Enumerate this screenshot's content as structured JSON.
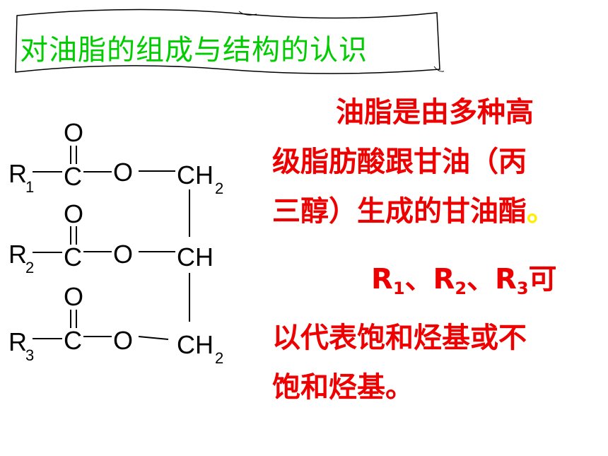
{
  "title": "对油脂的组成与结构的认识",
  "structure": {
    "O_carbonyl": "O",
    "C": "C",
    "O_ester": "O",
    "R": "R",
    "R1_sub": "1",
    "R2_sub": "2",
    "R3_sub": "3",
    "CH2_top_main": "CH",
    "CH2_top_sub": "2",
    "CH_mid": "CH",
    "CH2_bot_main": "CH",
    "CH2_bot_sub": "2"
  },
  "text": {
    "para1_line1": "油脂是由多种高",
    "para1_line2": "级脂肪酸跟甘油（丙",
    "para1_line3": "三醇）生成的甘油酯",
    "para1_end": "。",
    "para2_r": "R",
    "para2_sub1": "1",
    "para2_sep1": "、R",
    "para2_sub2": "2",
    "para2_sep2": "、R",
    "para2_sub3": "3",
    "para2_tail": "可",
    "para2_line2": "以代表饱和烃基或不",
    "para2_line3": "饱和烃基。"
  },
  "colors": {
    "title": "#00cc00",
    "body_text": "#ee0000",
    "accent_dot": "#ffee00"
  }
}
